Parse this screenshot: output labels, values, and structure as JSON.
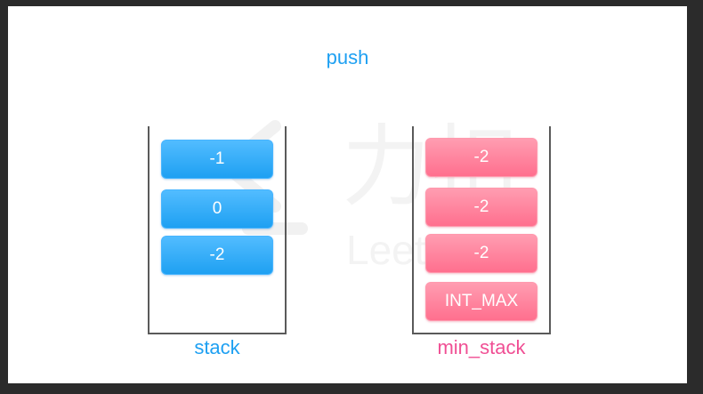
{
  "title": "push",
  "stack": {
    "label": "stack",
    "items": [
      "-1",
      "0",
      "-2"
    ]
  },
  "min_stack": {
    "label": "min_stack",
    "items": [
      "-2",
      "-2",
      "-2",
      "INT_MAX"
    ]
  },
  "watermark": {
    "brand": "LeetCode",
    "chars": "力扣"
  },
  "colors": {
    "blue_accent": "#1ea0f2",
    "pink_accent": "#f04f94",
    "blue_item": "#36b0fb",
    "pink_item": "#ff7f9a"
  }
}
